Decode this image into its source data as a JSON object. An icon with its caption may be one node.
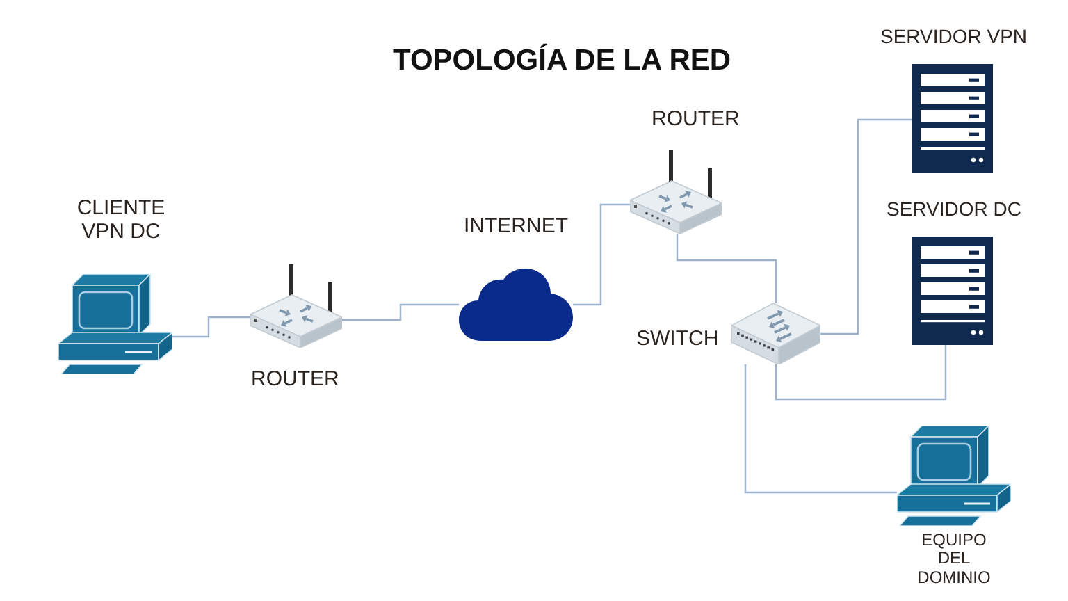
{
  "diagram": {
    "title": "TOPOLOGÍA DE LA RED",
    "nodes": [
      {
        "text": [],
        "shape": "picture",
        "beside": [
          "CLIENTE VPN DC"
        ]
      },
      {
        "text": [],
        "shape": "picture",
        "beside": [
          "ROUTER"
        ]
      },
      {
        "text": [],
        "shape": "cloud",
        "beside": [
          "INTERNET"
        ]
      },
      {
        "text": [],
        "shape": "picture",
        "beside": [
          "ROUTER"
        ]
      },
      {
        "text": [],
        "shape": "picture",
        "beside": [
          "SWITCH"
        ]
      },
      {
        "text": [],
        "shape": "picture",
        "beside": [
          "SERVIDOR VPN"
        ]
      },
      {
        "text": [],
        "shape": "picture",
        "beside": [
          "SERVIDOR DC"
        ]
      },
      {
        "text": [],
        "shape": "picture",
        "beside": [
          "EQUIPO DEL DOMINIO"
        ]
      }
    ],
    "edges": [
      {
        "from": 0,
        "to": 1,
        "arrow": "none"
      },
      {
        "from": 1,
        "to": 2,
        "arrow": "none"
      },
      {
        "from": 2,
        "to": 3,
        "arrow": "none"
      },
      {
        "from": 3,
        "to": 4,
        "arrow": "none"
      },
      {
        "from": 4,
        "to": 5,
        "arrow": "none"
      },
      {
        "from": 4,
        "to": 6,
        "arrow": "none"
      },
      {
        "from": 4,
        "to": 7,
        "arrow": "none"
      }
    ]
  }
}
